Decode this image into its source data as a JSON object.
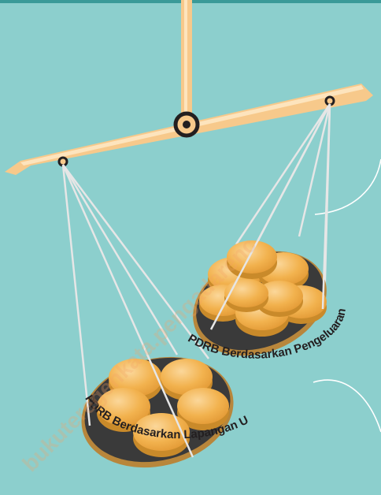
{
  "colors": {
    "background": "#8ccfcd",
    "top_band": "#3a9a98",
    "beam": "#f7c98b",
    "beam_highlight": "#fde4bd",
    "pivot_ring": "#231f20",
    "pan": "#3a3a3a",
    "pan_rim": "#b8863b",
    "coin_face": "#f2b24e",
    "coin_edge": "#c98a2a",
    "coin_highlight": "#fbd79a",
    "string": "#e6e6e6"
  },
  "labels": {
    "right_pan": "PDRB Berdasarkan Pengeluaran",
    "left_pan": "PDRB Berdasarkan Lapangan Usaha"
  },
  "watermark": {
    "text": "bukuteregenkata.pengadarenc"
  }
}
